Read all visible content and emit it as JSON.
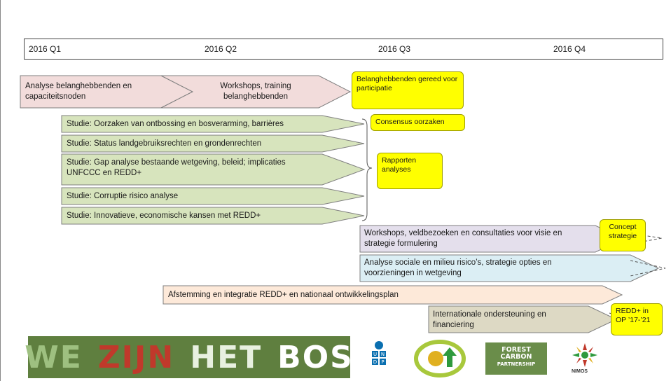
{
  "timeline": {
    "quarters": [
      "2016 Q1",
      "2016 Q2",
      "2016 Q3",
      "2016 Q4"
    ]
  },
  "row1": {
    "left": "Analyse belanghebbenden en capaciteitsnoden",
    "right": "Workshops,  training belanghebbenden",
    "note": "Belanghebbenden gereed voor participatie"
  },
  "studies": [
    "Studie: Oorzaken van ontbossing en bosverarming, barrières",
    "Studie: Status landgebruiksrechten en grondenrechten",
    "Studie: Gap analyse bestaande wetgeving, beleid; implicaties UNFCCC en REDD+",
    "Studie: Corruptie risico analyse",
    "Studie: Innovatieve, economische kansen met REDD+"
  ],
  "notes": {
    "consensus": "Consensus oorzaken",
    "rapporten": "Rapporten analyses",
    "concept": "Concept strategie",
    "redd_op": "REDD+ in OP ’17-’21"
  },
  "q3_rows": [
    "Workshops, veldbezoeken en consultaties voor visie en strategie formulering",
    "Analyse sociale en milieu risico’s, strategie opties en voorzieningen in wetgeving"
  ],
  "afstemming": "Afstemming en integratie REDD+ en nationaal ontwikkelingsplan",
  "internationaal": "Internationale ondersteuning en financiering",
  "logos": {
    "banner_words": [
      "WE",
      "ZIJN",
      "HET",
      "BOS"
    ],
    "undp": "UNDP",
    "fcpf": [
      "FOREST",
      "CARBON",
      "PARTNERSHIP"
    ],
    "nimos": "NIMOS"
  },
  "colors": {
    "pink": "#f2dcdb",
    "green": "#d7e4bd",
    "lavender": "#e4dfec",
    "lightblue": "#dbeef4",
    "peach": "#fde9d9",
    "tan": "#ddd9c4",
    "sticky": "#ffff00"
  }
}
